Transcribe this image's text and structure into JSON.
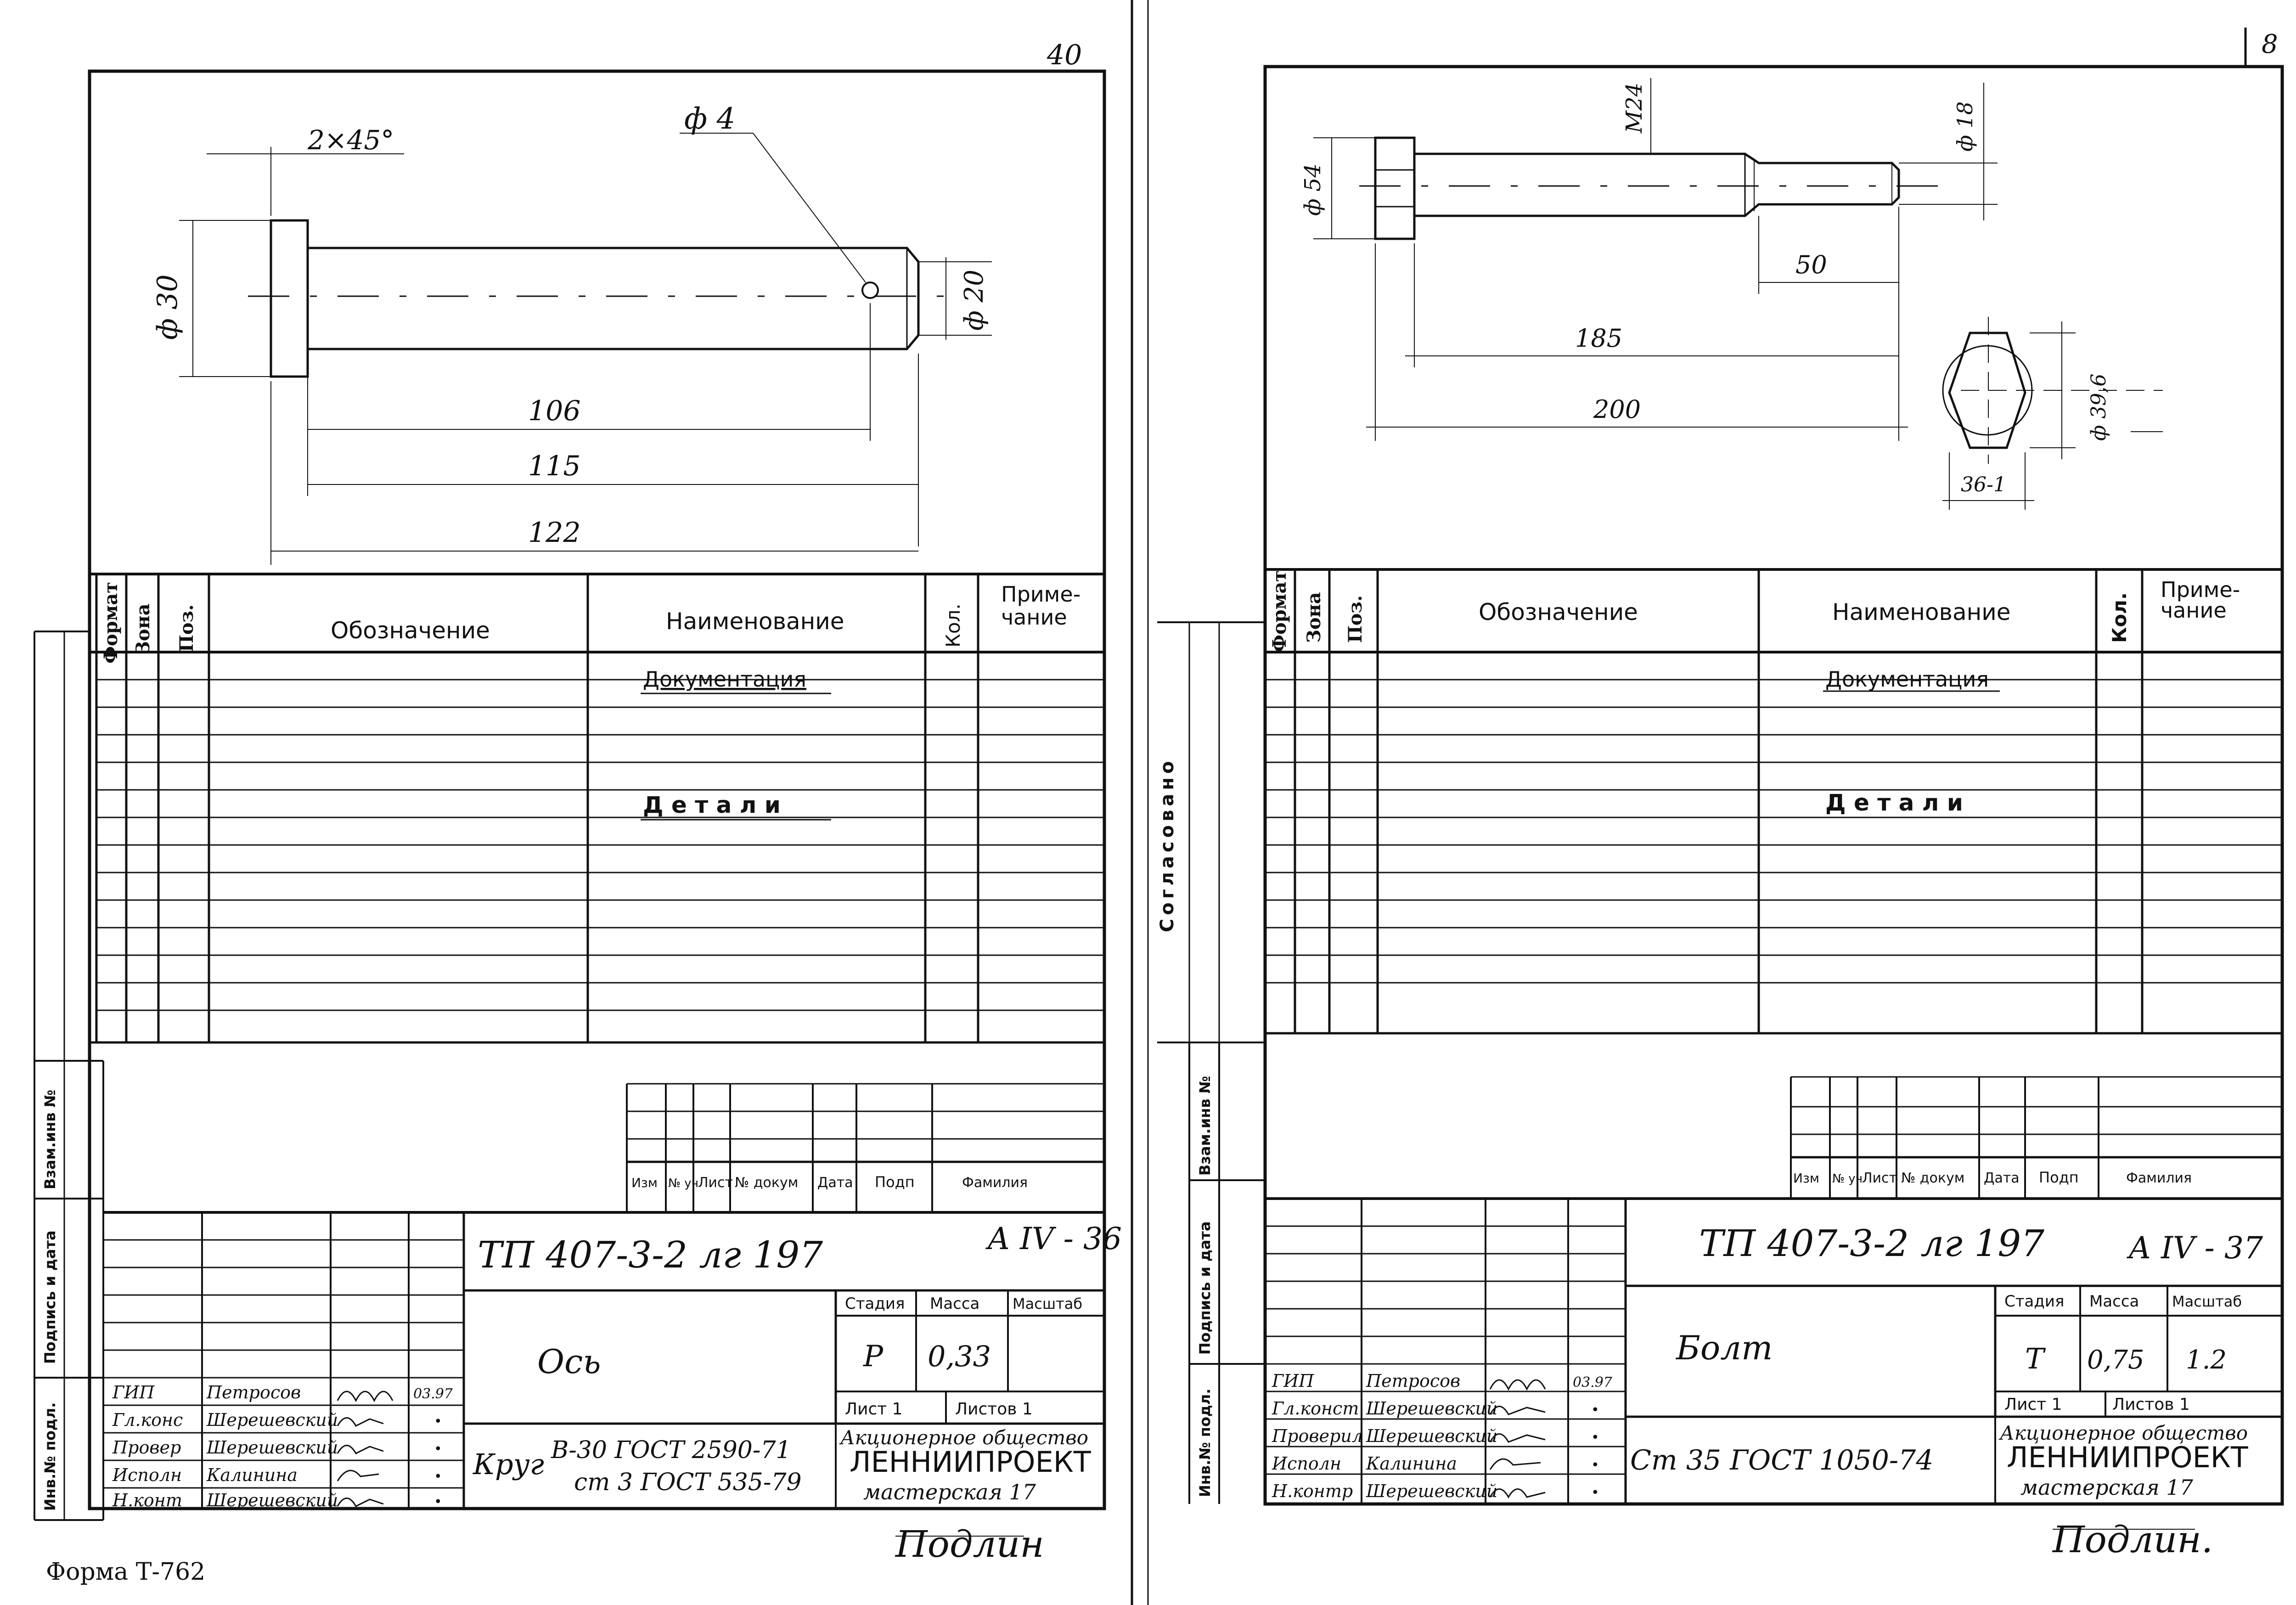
{
  "page_number_left": "40",
  "page_number_right": "8",
  "form_label": "Форма Т-762",
  "soglasovano": "Согласовано",
  "side_stamp": {
    "vzam": "Взам.инв №",
    "podpis": "Подпись и дата",
    "inv": "Инв.№ подл."
  },
  "spec_headers": {
    "format": "Формат",
    "zona": "Зона",
    "poz": "Поз.",
    "oboznachenie": "Обозначение",
    "naimenovanie": "Наименование",
    "kol": "Кол.",
    "primechanie_1": "Приме-",
    "primechanie_2": "чание"
  },
  "spec_sections": {
    "documentation": "Документация",
    "details": "Д е т а л и"
  },
  "rev_headers": {
    "izm": "Изм",
    "nuch": "№ уч",
    "list": "Лист",
    "ndokum": "№ докум",
    "data": "Дата",
    "podp": "Подп",
    "familiya": "Фамилия"
  },
  "title_headers": {
    "stadiya": "Стадия",
    "massa": "Масса",
    "masshtab": "Масштаб"
  },
  "left": {
    "dims": {
      "chamfer": "2×45°",
      "hole": "ф 4",
      "dia_head": "ф 30",
      "dia_shaft": "ф 20",
      "len_106": "106",
      "len_115": "115",
      "len_122": "122"
    },
    "doc_code": "ТП 407-3-2 лг 197",
    "sheet_code": "А IV - 36",
    "name": "Ось",
    "stage": "Р",
    "mass": "0,33",
    "scale": "",
    "list": "Лист 1",
    "listov": "Листов 1",
    "org_line1": "Акционерное общество",
    "org_line2": "ЛЕННИИПРОЕКТ",
    "org_line3": "мастерская 17",
    "material_label": "Круг",
    "material_line1": "В-30 ГОСТ 2590-71",
    "material_line2": "ст 3 ГОСТ 535-79",
    "signers": [
      {
        "role": "ГИП",
        "name": "Петросов",
        "date": "03.97"
      },
      {
        "role": "Гл.конс",
        "name": "Шерешевский",
        "date": "•"
      },
      {
        "role": "Провер",
        "name": "Шерешевский",
        "date": "•"
      },
      {
        "role": "Исполн",
        "name": "Калинина",
        "date": "•"
      },
      {
        "role": "Н.конт",
        "name": "Шерешевский",
        "date": "•"
      }
    ],
    "bottom_sign": "Подлин"
  },
  "right": {
    "dims": {
      "thread": "М24",
      "dia_18": "ф 18",
      "dia_54": "ф 54",
      "len_50": "50",
      "len_185": "185",
      "len_200": "200",
      "dia_39": "ф 39,6",
      "across_flats": "36-1"
    },
    "doc_code": "ТП 407-3-2 лг 197",
    "sheet_code": "А IV - 37",
    "name": "Болт",
    "stage": "Т",
    "mass": "0,75",
    "scale": "1.2",
    "list": "Лист 1",
    "listov": "Листов 1",
    "org_line1": "Акционерное общество",
    "org_line2": "ЛЕННИИПРОЕКТ",
    "org_line3": "мастерская 17",
    "material": "Ст 35 ГОСТ 1050-74",
    "signers": [
      {
        "role": "ГИП",
        "name": "Петросов",
        "date": "03.97"
      },
      {
        "role": "Гл.конст",
        "name": "Шерешевский",
        "date": "•"
      },
      {
        "role": "Проверил",
        "name": "Шерешевский",
        "date": "•"
      },
      {
        "role": "Исполн",
        "name": "Калинина",
        "date": "•"
      },
      {
        "role": "Н.контр",
        "name": "Шерешевский",
        "date": "•"
      }
    ],
    "bottom_sign": "Подлин."
  }
}
